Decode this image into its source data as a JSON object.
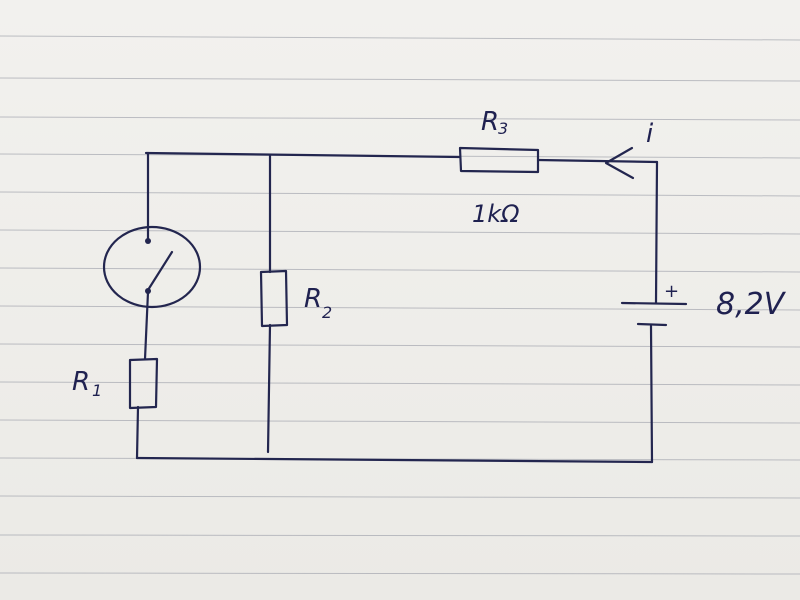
{
  "diagram": {
    "components": {
      "r1": {
        "label": "R",
        "subscript": "1"
      },
      "r2": {
        "label": "R",
        "subscript": "2"
      },
      "r3": {
        "label": "R",
        "subscript": "3",
        "value": "1kΩ"
      },
      "battery": {
        "polarity": "+",
        "voltage": "8,2V"
      },
      "current": {
        "label": "i"
      }
    }
  }
}
